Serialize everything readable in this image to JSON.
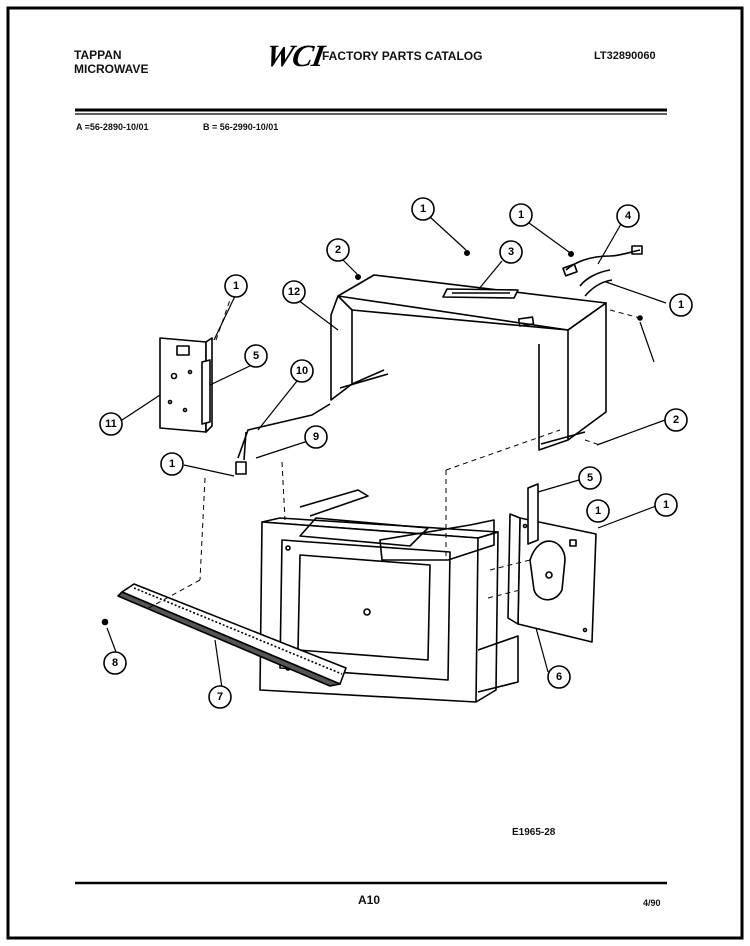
{
  "header": {
    "brand_line1": "TAPPAN",
    "brand_line2": "MICROWAVE",
    "logo": "WCI",
    "catalog_title": "FACTORY PARTS CATALOG",
    "catalog_number": "LT32890060"
  },
  "models": {
    "a": "A =56-2890-10/01",
    "b": "B = 56-2990-10/01"
  },
  "diagram": {
    "figure_code": "E1965-28",
    "callouts": [
      "1",
      "1",
      "1",
      "1",
      "1",
      "1",
      "1",
      "2",
      "2",
      "3",
      "4",
      "5",
      "5",
      "6",
      "7",
      "8",
      "9",
      "10",
      "11",
      "12"
    ]
  },
  "footer": {
    "page": "A10",
    "date": "4/90"
  }
}
